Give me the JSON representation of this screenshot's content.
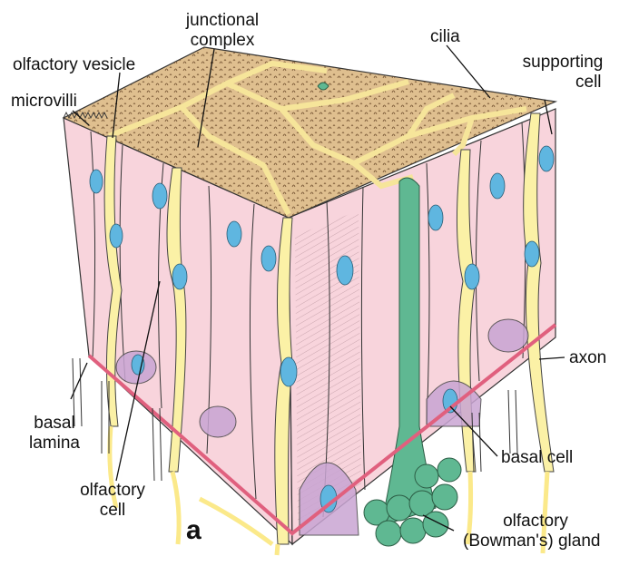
{
  "figure": {
    "panel_letter": "a",
    "colors": {
      "cell_pink": "#f8d4dc",
      "surface_tan": "#dfbf8f",
      "olfactory_yellow": "#fbf1a6",
      "nucleus_blue": "#5fb6e0",
      "gland_green": "#5fb892",
      "basal_lavender": "#c9a5d3",
      "basal_lamina_red": "#e0607e"
    },
    "labels": {
      "junctional": "junctional",
      "complex": "complex",
      "cilia": "cilia",
      "olfactory_vesicle": "olfactory vesicle",
      "supporting_1": "supporting",
      "supporting_2": "cell",
      "microvilli": "microvilli",
      "axon": "axon",
      "basal_1": "basal",
      "basal_2": "lamina",
      "basal_cell": "basal cell",
      "olfactory_cell_1": "olfactory",
      "olfactory_cell_2": "cell",
      "gland_1": "olfactory",
      "gland_2": "(Bowman's) gland"
    }
  }
}
